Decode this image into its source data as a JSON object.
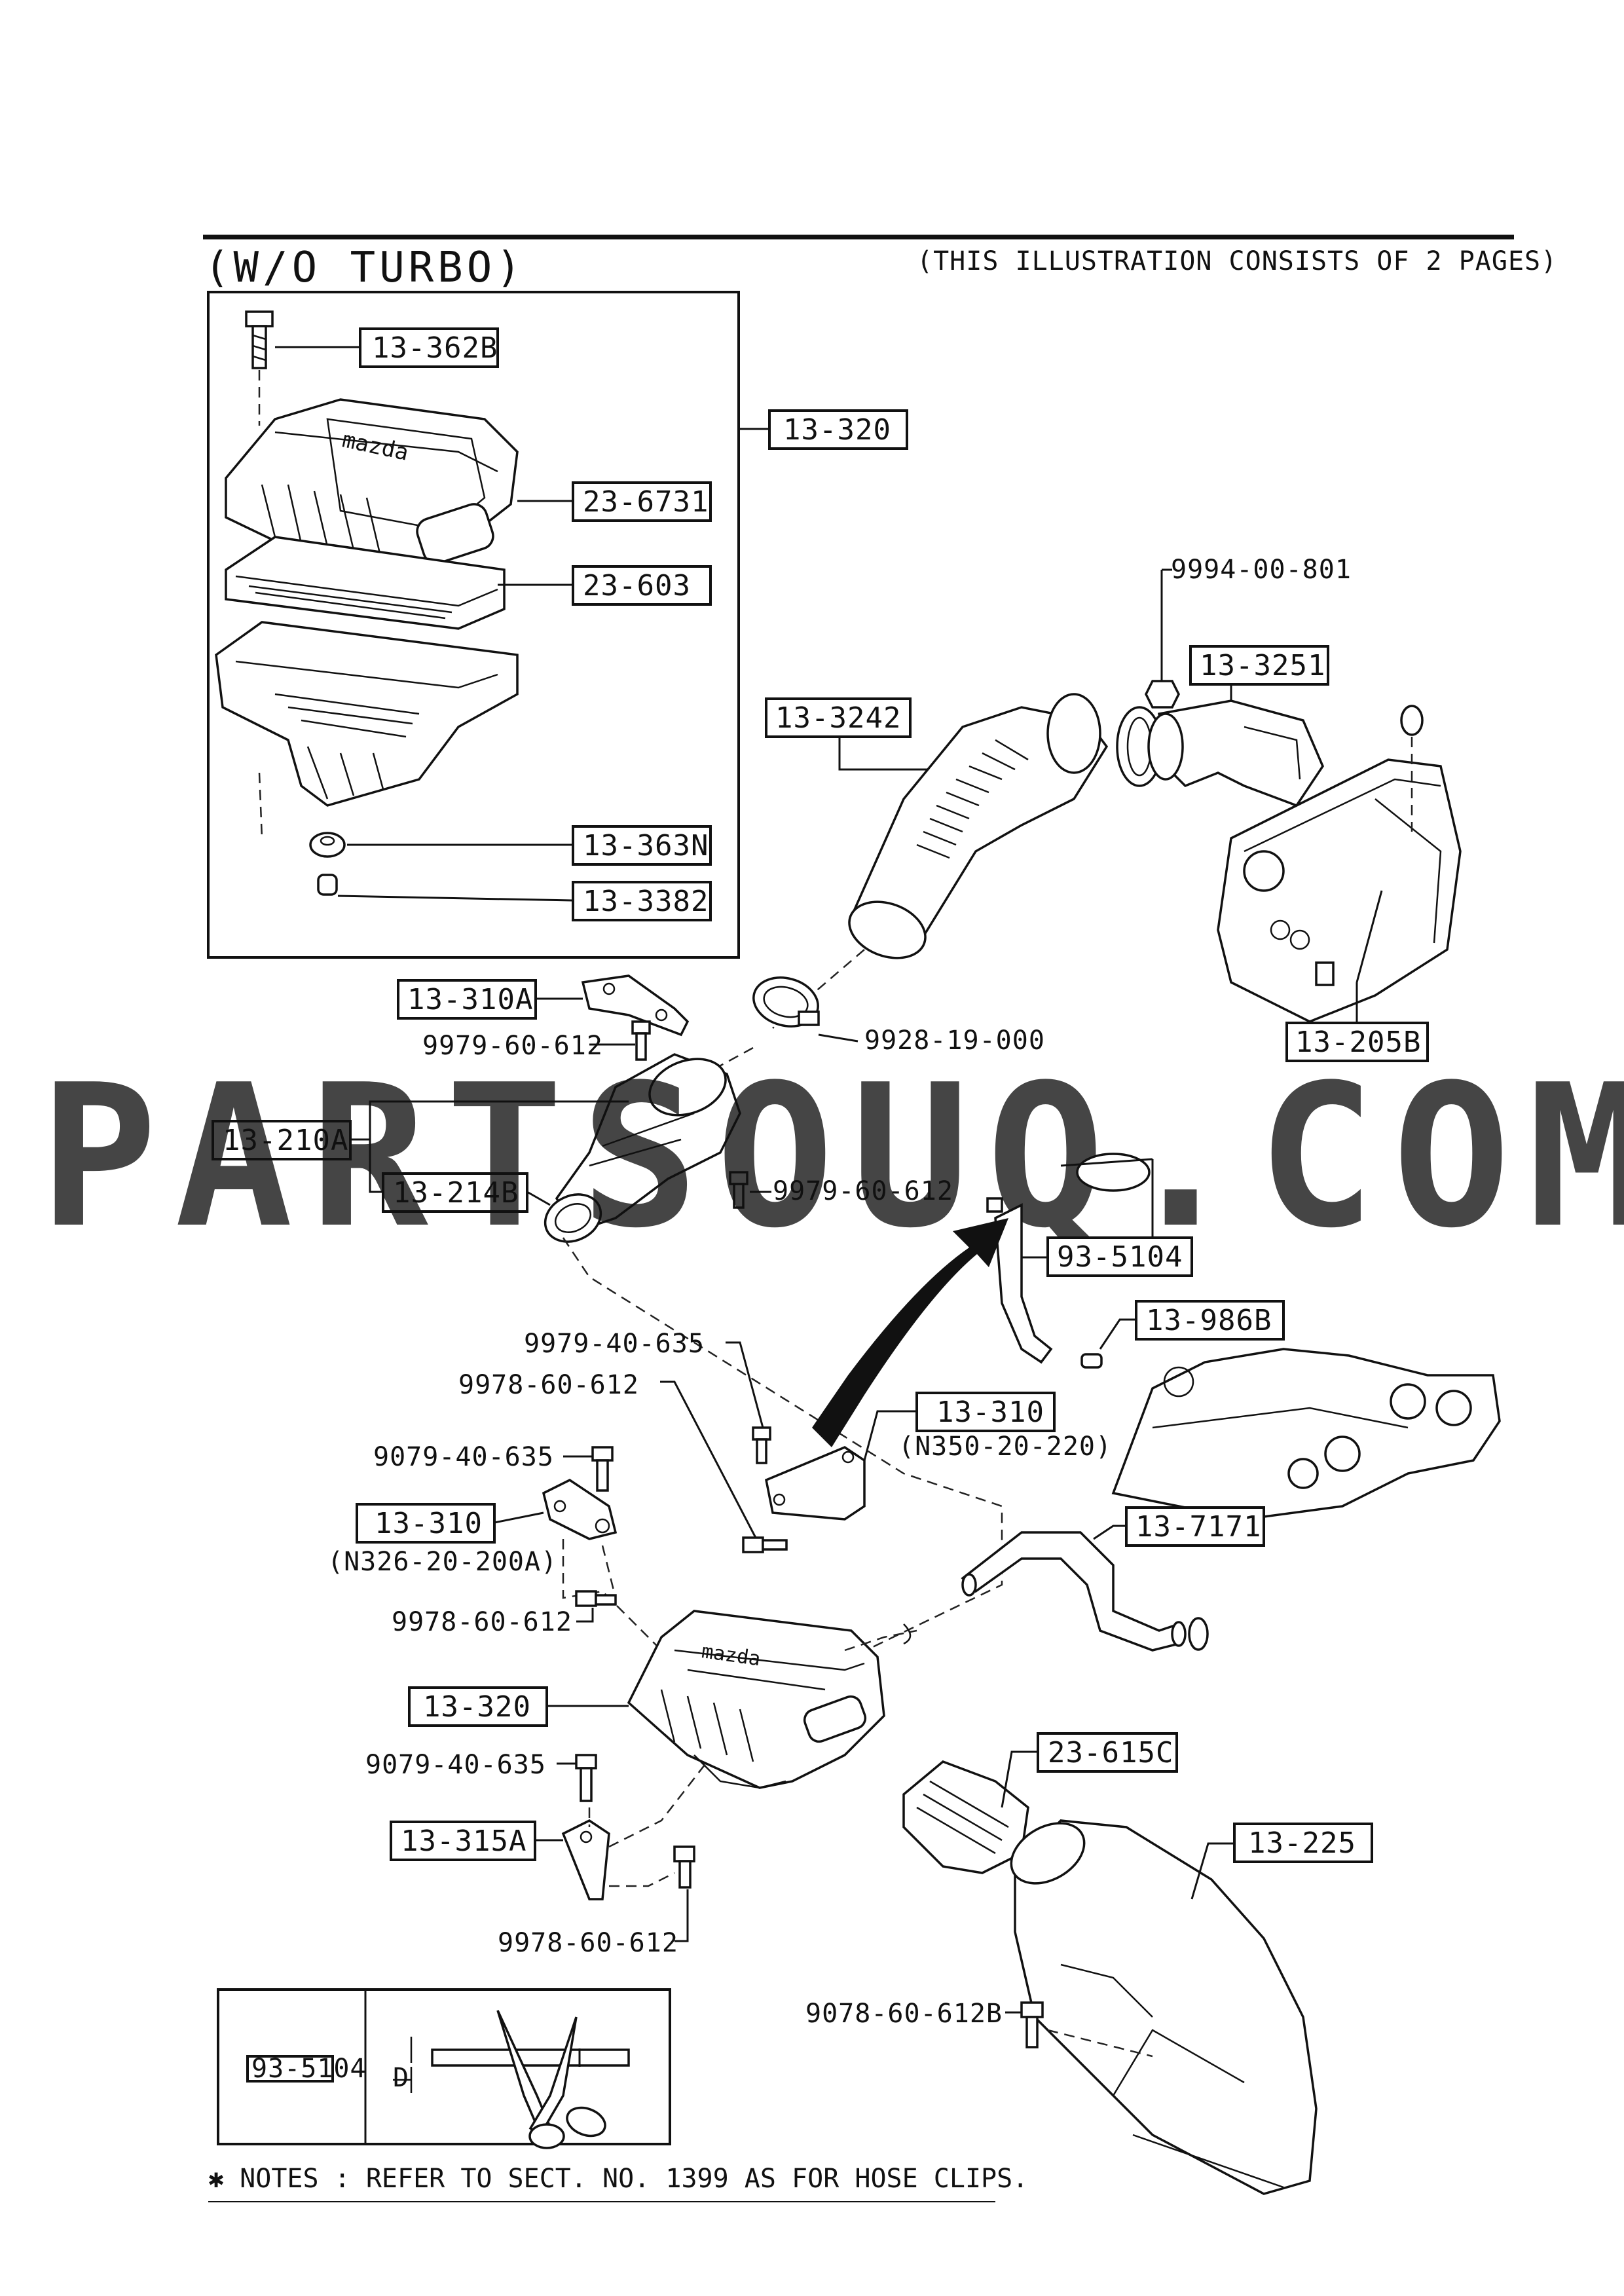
{
  "header": {
    "title": "(W/O TURBO)",
    "subtitle": "(THIS ILLUSTRATION CONSISTS OF  2 PAGES)"
  },
  "watermark": "PARTSOUQ.COM",
  "callouts_boxed": {
    "c13_362B": "13-362B",
    "c13_320_top": "13-320",
    "c23_6731": "23-6731",
    "c23_603": "23-603",
    "c13_363N": "13-363N",
    "c13_3382": "13-3382",
    "c13_3251": "13-3251",
    "c13_3242": "13-3242",
    "c13_205B": "13-205B",
    "c13_310A": "13-310A",
    "c13_210A": "13-210A",
    "c13_214B": "13-214B",
    "c93_5104": "93-5104",
    "c13_986B": "13-986B",
    "c13_310_right": "13-310",
    "c13_310_left": "13-310",
    "c13_7171": "13-7171",
    "c13_320_mid": "13-320",
    "c23_615C": "23-615C",
    "c13_315A": "13-315A",
    "c13_225": "13-225",
    "inset_93_5104": "93-5104"
  },
  "callouts_plain": {
    "p9994_00_801": "9994-00-801",
    "p9979_60_612_a": "9979-60-612",
    "p9928_19_000": "9928-19-000",
    "p9979_60_612_b": "9979-60-612",
    "p9979_40_635": "9979-40-635",
    "p9978_60_612_a": "9978-60-612",
    "p9079_40_635_a": "9079-40-635",
    "n350": "(N350-20-220)",
    "n326": "(N326-20-200A)",
    "p9978_60_612_b": "9978-60-612",
    "p9079_40_635_b": "9079-40-635",
    "p9978_60_612_c": "9978-60-612",
    "p9078_60_612B": "9078-60-612B"
  },
  "inset_dimension": "D",
  "notes": "✱ NOTES : REFER TO SECT. NO. 1399 AS FOR HOSE CLIPS."
}
